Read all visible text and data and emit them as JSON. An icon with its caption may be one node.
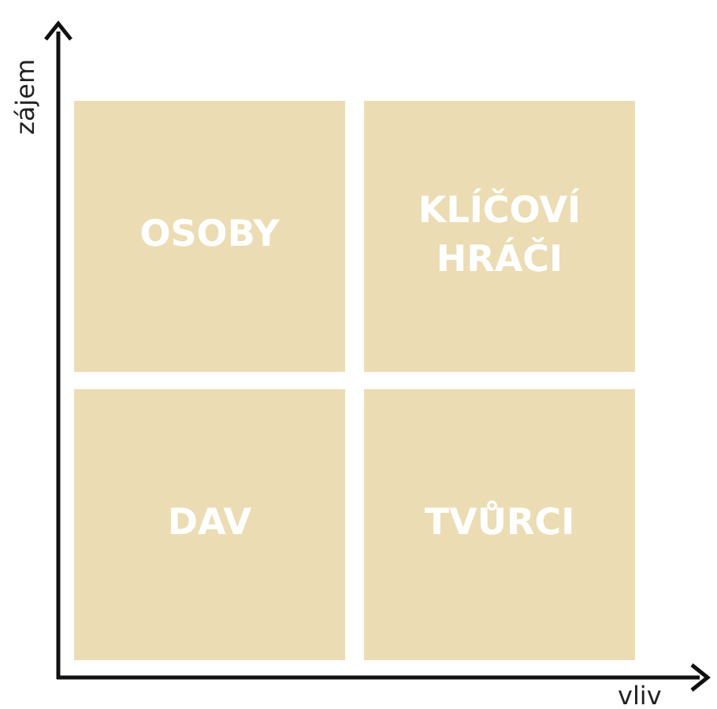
{
  "diagram": {
    "nodes": [
      {
        "text": [
          "OSOBY"
        ]
      },
      {
        "text": [
          "KLÍČOVÍ HRÁČI"
        ]
      },
      {
        "text": [
          "DAV"
        ]
      },
      {
        "text": [
          "TVŮRCI"
        ]
      }
    ],
    "labels": [
      "zájem",
      "vliv"
    ]
  }
}
